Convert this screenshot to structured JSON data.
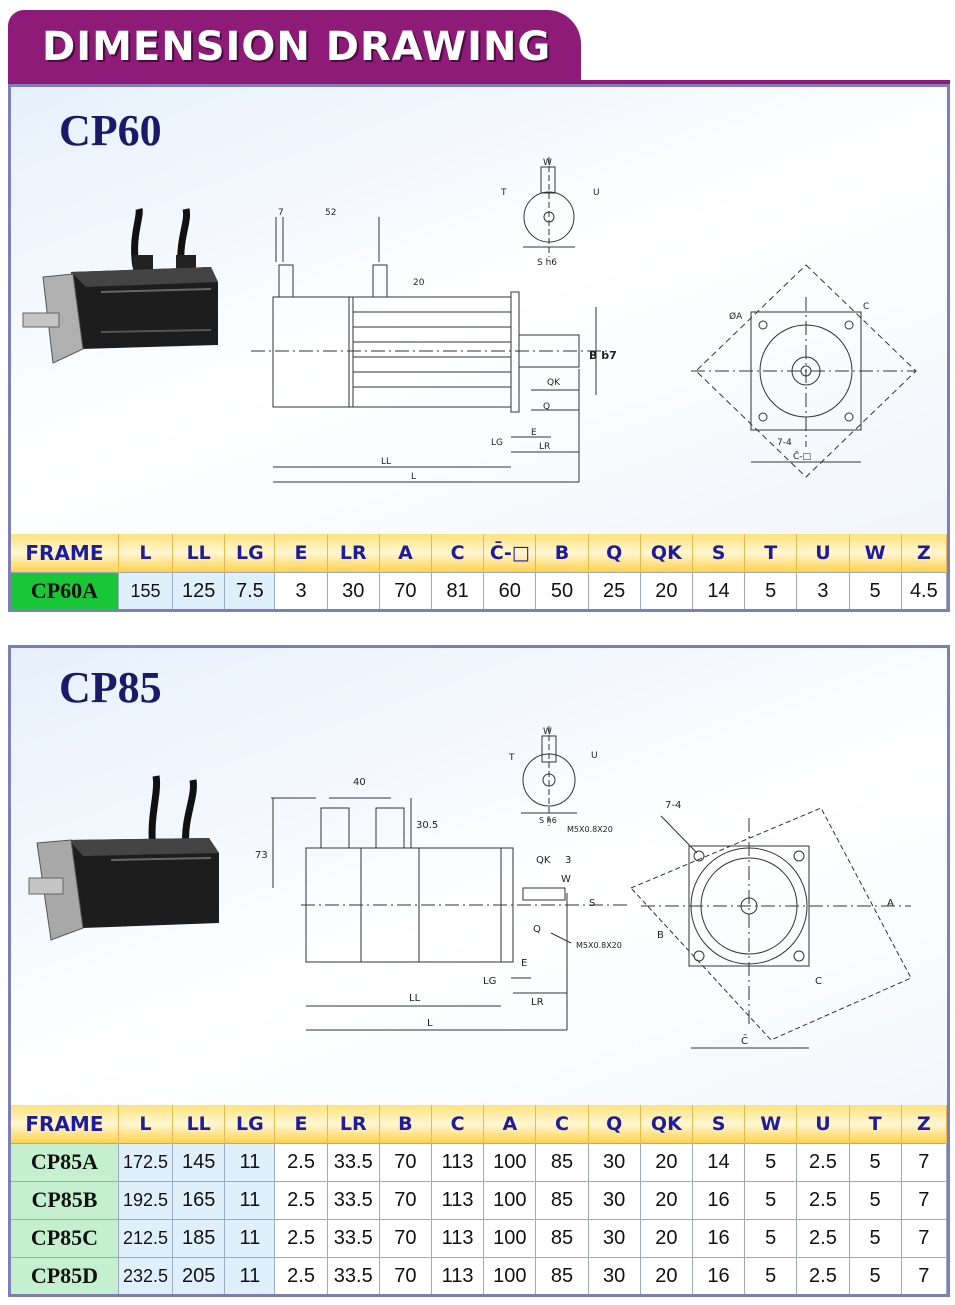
{
  "header": {
    "title": "DIMENSION DRAWING"
  },
  "cp60": {
    "model": "CP60",
    "drawing_labels": {
      "d7": "7",
      "d52": "52",
      "d20": "20",
      "ll": "LL",
      "l": "L",
      "lg": "LG",
      "e": "E",
      "lr": "LR",
      "q": "Q",
      "qk": "QK",
      "b": "B b7",
      "w": "W",
      "t": "T",
      "u": "U",
      "s": "S h6",
      "phi_a": "ØA",
      "c": "C",
      "holes": "7-4",
      "c_sq": "C̄-□"
    },
    "table": {
      "columns": [
        "FRAME",
        "L",
        "LL",
        "LG",
        "E",
        "LR",
        "A",
        "C",
        "C̄-□",
        "B",
        "Q",
        "QK",
        "S",
        "T",
        "U",
        "W",
        "Z"
      ],
      "rows": [
        [
          "CP60A",
          "155",
          "125",
          "7.5",
          "3",
          "30",
          "70",
          "81",
          "60",
          "50",
          "25",
          "20",
          "14",
          "5",
          "3",
          "5",
          "4.5"
        ]
      ]
    }
  },
  "cp85": {
    "model": "CP85",
    "drawing_labels": {
      "d40": "40",
      "d305": "30.5",
      "d73": "73",
      "ll": "LL",
      "l": "L",
      "lg": "LG",
      "e": "E",
      "lr": "LR",
      "qk": "QK",
      "d3": "3",
      "w": "W",
      "s": "S",
      "q": "Q",
      "m5a": "M5X0.8X20",
      "m5b": "M5X0.8X20",
      "t": "T",
      "u": "U",
      "sh6": "S h6",
      "holes": "7-4",
      "a": "A",
      "b": "B",
      "c": "C",
      "c_bar": "C̄"
    },
    "table": {
      "columns": [
        "FRAME",
        "L",
        "LL",
        "LG",
        "E",
        "LR",
        "B",
        "C",
        "A",
        "C",
        "Q",
        "QK",
        "S",
        "W",
        "U",
        "T",
        "Z"
      ],
      "rows": [
        [
          "CP85A",
          "172.5",
          "145",
          "11",
          "2.5",
          "33.5",
          "70",
          "113",
          "100",
          "85",
          "30",
          "20",
          "14",
          "5",
          "2.5",
          "5",
          "7"
        ],
        [
          "CP85B",
          "192.5",
          "165",
          "11",
          "2.5",
          "33.5",
          "70",
          "113",
          "100",
          "85",
          "30",
          "20",
          "16",
          "5",
          "2.5",
          "5",
          "7"
        ],
        [
          "CP85C",
          "212.5",
          "185",
          "11",
          "2.5",
          "33.5",
          "70",
          "113",
          "100",
          "85",
          "30",
          "20",
          "16",
          "5",
          "2.5",
          "5",
          "7"
        ],
        [
          "CP85D",
          "232.5",
          "205",
          "11",
          "2.5",
          "33.5",
          "70",
          "113",
          "100",
          "85",
          "30",
          "20",
          "16",
          "5",
          "2.5",
          "5",
          "7"
        ]
      ]
    }
  }
}
